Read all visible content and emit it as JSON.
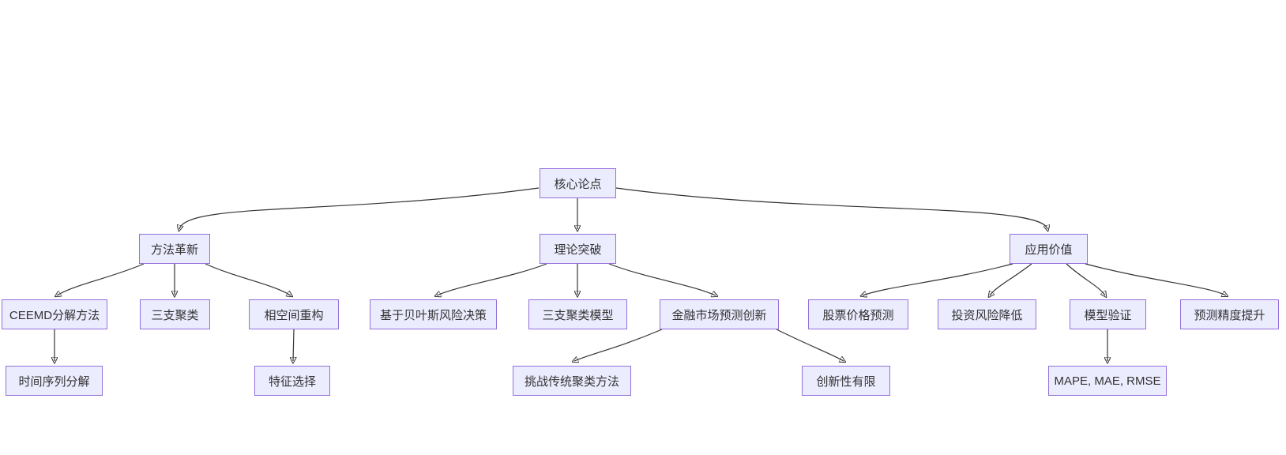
{
  "diagram": {
    "type": "flowchart",
    "direction": "top-down",
    "colors": {
      "background": "#ffffff",
      "node_fill": "#ECECFF",
      "node_border": "#9370DB",
      "edge": "#333333",
      "text": "#333333"
    },
    "nodes": {
      "core": {
        "label": "核心论点"
      },
      "method": {
        "label": "方法革新"
      },
      "theory": {
        "label": "理论突破"
      },
      "application": {
        "label": "应用价值"
      },
      "ceemd": {
        "label": "CEEMD分解方法"
      },
      "twc": {
        "label": "三支聚类"
      },
      "phase": {
        "label": "相空间重构"
      },
      "bayes": {
        "label": "基于贝叶斯风险决策"
      },
      "twcModel": {
        "label": "三支聚类模型"
      },
      "finInnov": {
        "label": "金融市场预测创新"
      },
      "stock": {
        "label": "股票价格预测"
      },
      "risk": {
        "label": "投资风险降低"
      },
      "validation": {
        "label": "模型验证"
      },
      "accuracy": {
        "label": "预测精度提升"
      },
      "tsDecomp": {
        "label": "时间序列分解"
      },
      "featureSel": {
        "label": "特征选择"
      },
      "challenge": {
        "label": "挑战传统聚类方法"
      },
      "limited": {
        "label": "创新性有限"
      },
      "metrics": {
        "label": "MAPE, MAE, RMSE"
      }
    },
    "edges": [
      {
        "from": "core",
        "to": "method"
      },
      {
        "from": "core",
        "to": "theory"
      },
      {
        "from": "core",
        "to": "application"
      },
      {
        "from": "method",
        "to": "ceemd"
      },
      {
        "from": "method",
        "to": "twc"
      },
      {
        "from": "method",
        "to": "phase"
      },
      {
        "from": "theory",
        "to": "bayes"
      },
      {
        "from": "theory",
        "to": "twcModel"
      },
      {
        "from": "theory",
        "to": "finInnov"
      },
      {
        "from": "application",
        "to": "stock"
      },
      {
        "from": "application",
        "to": "risk"
      },
      {
        "from": "application",
        "to": "validation"
      },
      {
        "from": "application",
        "to": "accuracy"
      },
      {
        "from": "ceemd",
        "to": "tsDecomp"
      },
      {
        "from": "phase",
        "to": "featureSel"
      },
      {
        "from": "finInnov",
        "to": "challenge"
      },
      {
        "from": "finInnov",
        "to": "limited"
      },
      {
        "from": "validation",
        "to": "metrics"
      }
    ]
  }
}
